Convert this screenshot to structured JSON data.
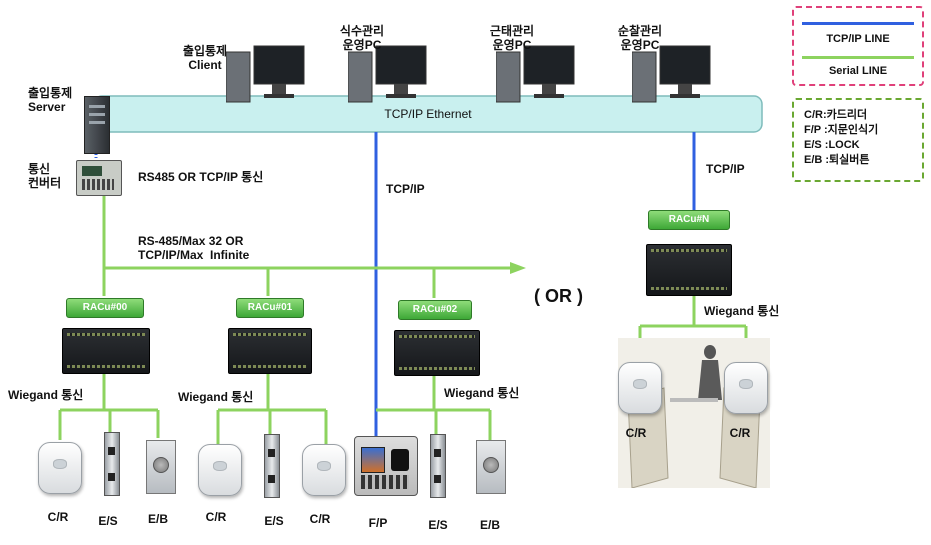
{
  "labels": {
    "server": "출입통제\nServer",
    "client": "출입통제\nClient",
    "pc_meal": "식수관리\n운영PC",
    "pc_attend": "근태관리\n운영PC",
    "pc_patrol": "순찰관리\n운영PC",
    "ethernet": "TCP/IP Ethernet",
    "converter": "통신\n컨버터",
    "rs485_conn": "RS485 OR TCP/IP 통신",
    "tcpip_mid": "TCP/IP",
    "tcpip_right": "TCP/IP",
    "bus": "RS-485/Max 32 OR\nTCP/IP/Max  Infinite",
    "or": "( OR )",
    "racu_00": "RACu#00",
    "racu_01": "RACu#01",
    "racu_02": "RACu#02",
    "racu_n": "RACu#N",
    "wiegand_00": "Wiegand 통신",
    "wiegand_01": "Wiegand 통신",
    "wiegand_02": "Wiegand 통신",
    "wiegand_n": "Wiegand 통신",
    "dev_cr1": "C/R",
    "dev_es1": "E/S",
    "dev_eb1": "E/B",
    "dev_cr2": "C/R",
    "dev_es2": "E/S",
    "dev_cr3": "C/R",
    "dev_fp": "F/P",
    "dev_es3": "E/S",
    "dev_eb3": "E/B",
    "gate_cr_left": "C/R",
    "gate_cr_right": "C/R"
  },
  "legend": {
    "tcpip_line": "TCP/IP LINE",
    "serial_line": "Serial LINE",
    "tcpip_color": "#3060e0",
    "serial_color": "#8dd35f",
    "abbr": [
      "C/R:카드리더",
      "F/P :지문인식기",
      "E/S :LOCK",
      "E/B :퇴실버튼"
    ]
  },
  "colors": {
    "ethernet_fill": "#c9f0ef",
    "ethernet_stroke": "#7fbcbc",
    "legend_border_top": "#e0407a",
    "legend_border_bottom": "#6aa832"
  }
}
